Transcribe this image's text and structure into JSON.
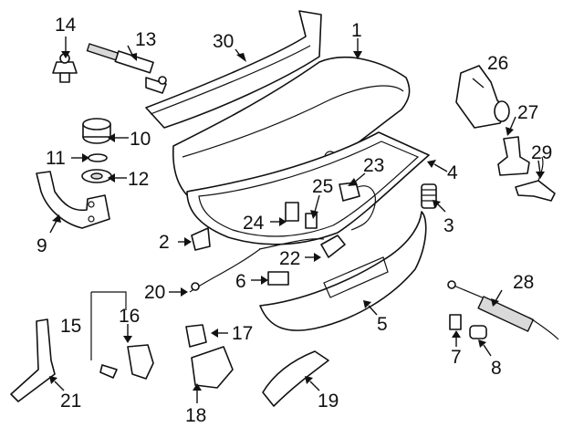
{
  "diagram": {
    "callouts": [
      {
        "id": "c1",
        "text": "1"
      },
      {
        "id": "c2",
        "text": "2"
      },
      {
        "id": "c3",
        "text": "3"
      },
      {
        "id": "c4",
        "text": "4"
      },
      {
        "id": "c5",
        "text": "5"
      },
      {
        "id": "c6",
        "text": "6"
      },
      {
        "id": "c7",
        "text": "7"
      },
      {
        "id": "c8",
        "text": "8"
      },
      {
        "id": "c9",
        "text": "9"
      },
      {
        "id": "c10",
        "text": "10"
      },
      {
        "id": "c11",
        "text": "11"
      },
      {
        "id": "c12",
        "text": "12"
      },
      {
        "id": "c13",
        "text": "13"
      },
      {
        "id": "c14",
        "text": "14"
      },
      {
        "id": "c15",
        "text": "15"
      },
      {
        "id": "c16",
        "text": "16"
      },
      {
        "id": "c17",
        "text": "17"
      },
      {
        "id": "c18",
        "text": "18"
      },
      {
        "id": "c19",
        "text": "19"
      },
      {
        "id": "c20",
        "text": "20"
      },
      {
        "id": "c21",
        "text": "21"
      },
      {
        "id": "c22",
        "text": "22"
      },
      {
        "id": "c23",
        "text": "23"
      },
      {
        "id": "c24",
        "text": "24"
      },
      {
        "id": "c25",
        "text": "25"
      },
      {
        "id": "c26",
        "text": "26"
      },
      {
        "id": "c27",
        "text": "27"
      },
      {
        "id": "c28",
        "text": "28"
      },
      {
        "id": "c29",
        "text": "29"
      },
      {
        "id": "c30",
        "text": "30"
      }
    ],
    "colors": {
      "line": "#111111",
      "fill": "#ffffff",
      "shade": "#d9d9d9"
    }
  }
}
